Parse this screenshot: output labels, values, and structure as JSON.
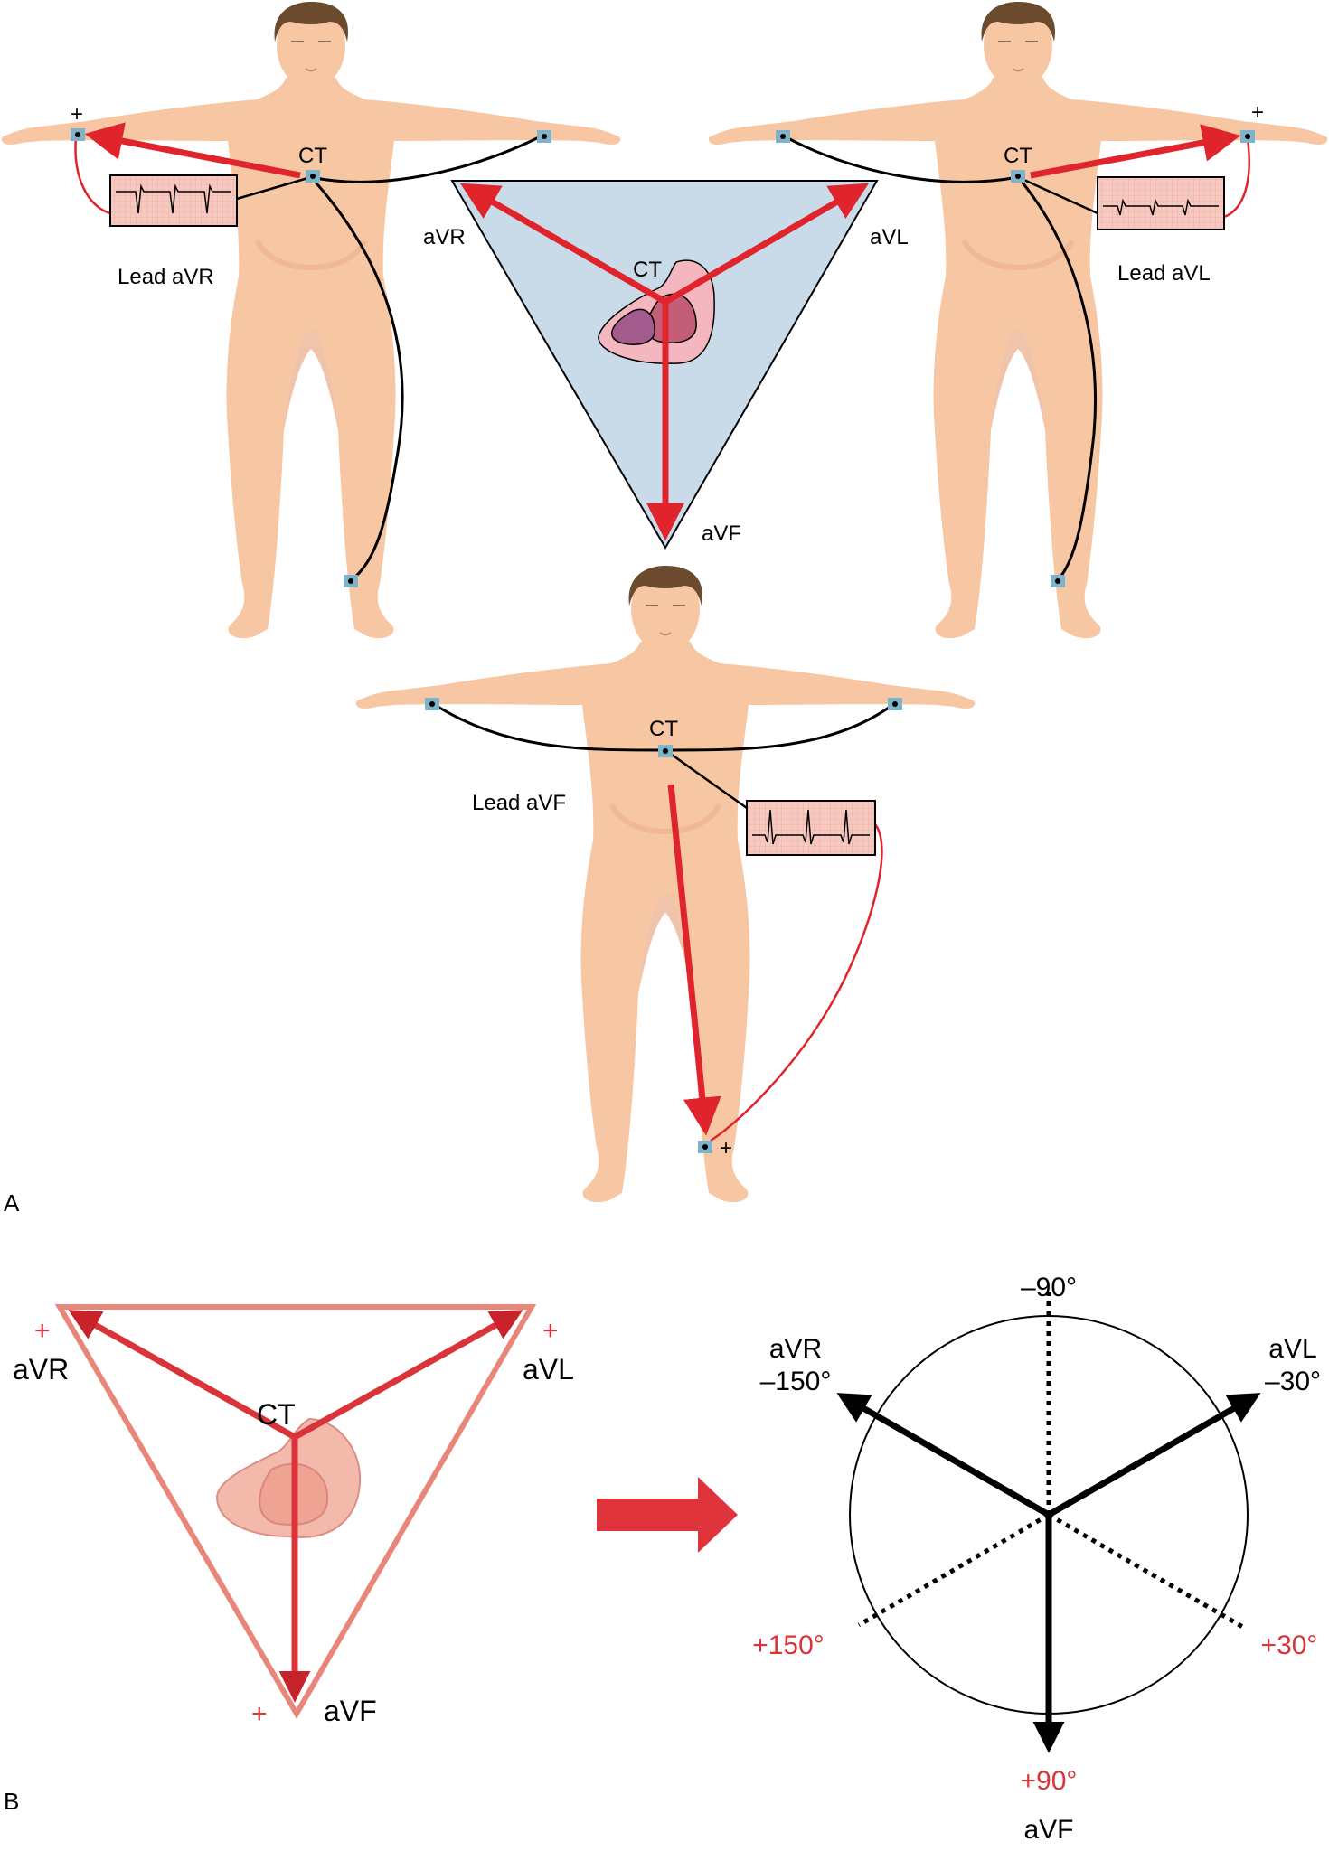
{
  "panel_a": {
    "panel_label": "A",
    "figures": {
      "avr": {
        "lead_label": "Lead aVR",
        "ct_label": "CT",
        "plus": "+"
      },
      "avl": {
        "lead_label": "Lead aVL",
        "ct_label": "CT",
        "plus": "+"
      },
      "avf": {
        "lead_label": "Lead aVF",
        "ct_label": "CT",
        "plus": "+"
      }
    },
    "triangle": {
      "ct_label": "CT",
      "avr_label": "aVR",
      "avl_label": "aVL",
      "avf_label": "aVF"
    }
  },
  "panel_b": {
    "panel_label": "B",
    "triangle": {
      "ct_label": "CT",
      "avr_label": "aVR",
      "avl_label": "aVL",
      "avf_label": "aVF",
      "plus_avr": "+",
      "plus_avl": "+",
      "plus_avf": "+"
    },
    "axis": {
      "top_label": "–90°",
      "avr_name": "aVR",
      "avr_angle": "–150°",
      "avl_name": "aVL",
      "avl_angle": "–30°",
      "left_bottom": "+150°",
      "right_bottom": "+30°",
      "bottom_angle": "+90°",
      "bottom_name": "aVF"
    }
  },
  "colors": {
    "skin": "#f7c6a3",
    "skin_shadow": "#eaa988",
    "hair": "#6b4a2d",
    "arrow_red": "#e0242c",
    "triangle_fill": "#c9dbe8",
    "label_red": "#d9343a",
    "ecg_bg": "#f6c9c0",
    "electrode": "#7fb3c9"
  }
}
